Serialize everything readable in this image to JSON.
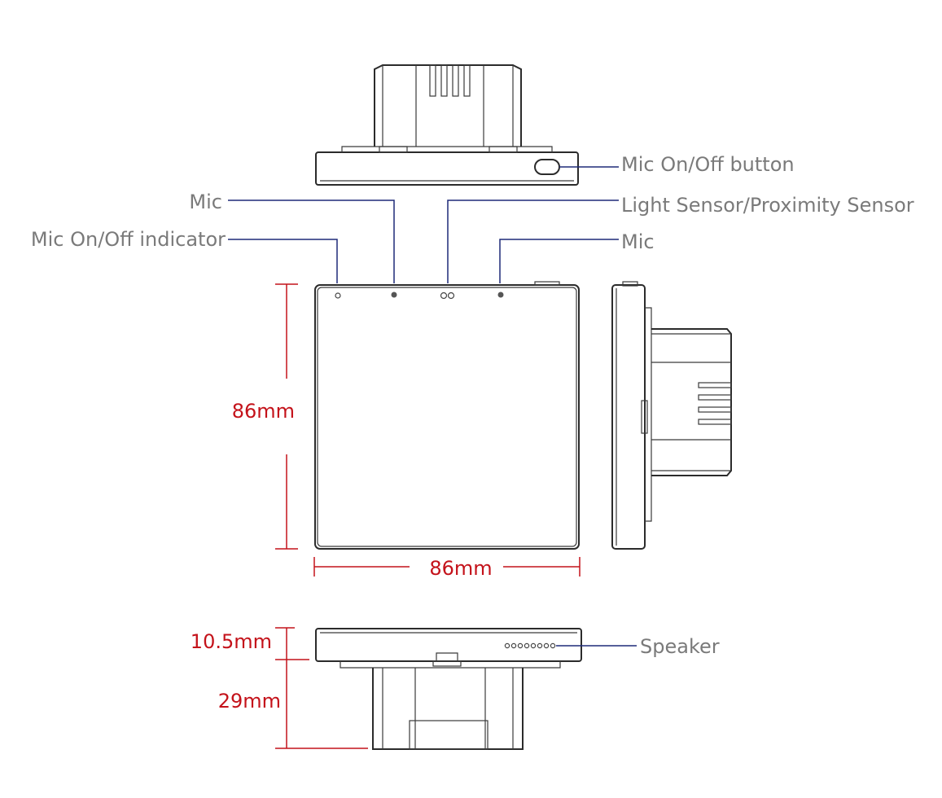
{
  "labels": {
    "mic_button": "Mic On/Off button",
    "mic_left": "Mic",
    "light_sensor": "Light Sensor/Proximity Sensor",
    "mic_indicator": "Mic On/Off indicator",
    "mic_right": "Mic",
    "speaker": "Speaker"
  },
  "dimensions": {
    "height": "86mm",
    "width": "86mm",
    "panel_depth": "10.5mm",
    "body_depth": "29mm"
  },
  "colors": {
    "callout_text": "#7a7a7a",
    "callout_line": "#1f2a78",
    "dimension": "#c4121a",
    "outline": "#2b2b2b"
  }
}
